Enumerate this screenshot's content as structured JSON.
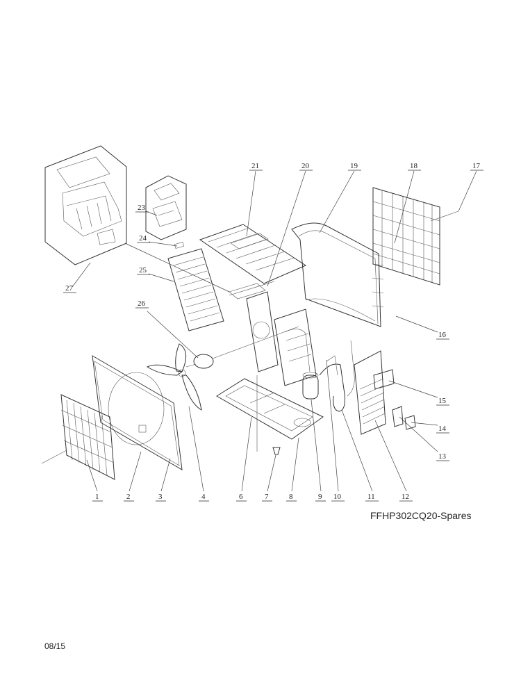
{
  "model_label": "FFHP302CQ20-Spares",
  "date_code": "08/15",
  "callouts": [
    {
      "id": "1"
    },
    {
      "id": "2"
    },
    {
      "id": "3"
    },
    {
      "id": "4"
    },
    {
      "id": "6"
    },
    {
      "id": "7"
    },
    {
      "id": "8"
    },
    {
      "id": "9"
    },
    {
      "id": "10"
    },
    {
      "id": "11"
    },
    {
      "id": "12"
    },
    {
      "id": "13"
    },
    {
      "id": "14"
    },
    {
      "id": "15"
    },
    {
      "id": "16"
    },
    {
      "id": "17"
    },
    {
      "id": "18"
    },
    {
      "id": "19"
    },
    {
      "id": "20"
    },
    {
      "id": "21"
    },
    {
      "id": "23"
    },
    {
      "id": "24"
    },
    {
      "id": "25"
    },
    {
      "id": "26"
    },
    {
      "id": "27"
    }
  ]
}
